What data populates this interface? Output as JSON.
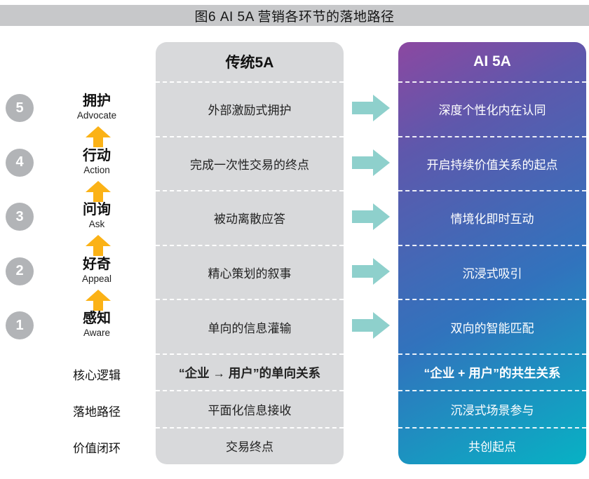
{
  "title": "图6 AI 5A 营销各环节的落地路径",
  "stages": [
    {
      "num": "5",
      "zh": "拥护",
      "en": "Advocate"
    },
    {
      "num": "4",
      "zh": "行动",
      "en": "Action"
    },
    {
      "num": "3",
      "zh": "问询",
      "en": "Ask"
    },
    {
      "num": "2",
      "zh": "好奇",
      "en": "Appeal"
    },
    {
      "num": "1",
      "zh": "感知",
      "en": "Aware"
    }
  ],
  "side_labels": [
    "核心逻辑",
    "落地路径",
    "价值闭环"
  ],
  "traditional": {
    "header": "传统5A",
    "rows": [
      "外部激励式拥护",
      "完成一次性交易的终点",
      "被动离散应答",
      "精心策划的叙事",
      "单向的信息灌输"
    ],
    "bottom_rows": [
      "“企业 → 用户”的单向关系",
      "平面化信息接收",
      "交易终点"
    ]
  },
  "ai": {
    "header": "AI 5A",
    "rows": [
      "深度个性化内在认同",
      "开启持续价值关系的起点",
      "情境化即时互动",
      "沉浸式吸引",
      "双向的智能匹配"
    ],
    "bottom_rows": [
      "“企业 + 用户”的共生关系",
      "沉浸式场景参与",
      "共创起点"
    ]
  },
  "icons": {
    "up_arrow": "up-arrow-icon",
    "right_arrow": "right-arrow-icon"
  },
  "colors": {
    "title_bar_bg": "#c7c8ca",
    "panel_gray": "#d8d9db",
    "circle_gray": "#b2b4b7",
    "arrow_yellow": "#fbb216",
    "arrow_teal": "#8ed0cc",
    "ai_gradient_top": "#8c48a1",
    "ai_gradient_mid": "#3173bd",
    "ai_gradient_bottom": "#07b2c4"
  }
}
